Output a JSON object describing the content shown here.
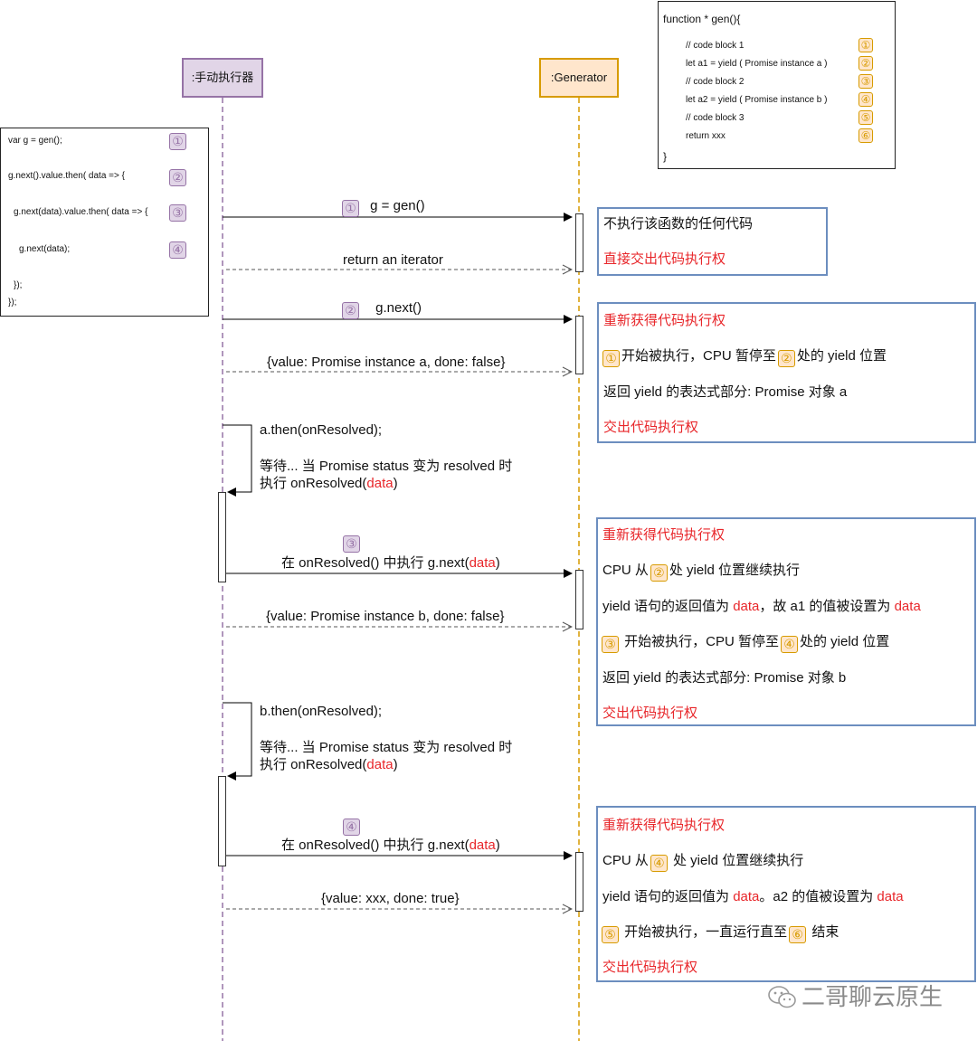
{
  "participants": {
    "manual": ":手动执行器",
    "generator": ":Generator"
  },
  "code_left": {
    "lines": [
      {
        "text": "var g = gen();",
        "badge": "①"
      },
      {
        "text": "g.next().value.then( data => {",
        "badge": "②"
      },
      {
        "text": "g.next(data).value.then( data => {",
        "badge": "③"
      },
      {
        "text": "g.next(data);",
        "badge": "④"
      },
      {
        "text": "});",
        "badge": ""
      },
      {
        "text": "});",
        "badge": ""
      }
    ]
  },
  "code_right": {
    "header": "function * gen(){",
    "lines": [
      {
        "text": "// code block 1",
        "badge": "①"
      },
      {
        "text": "let a1 = yield ( Promise instance a )",
        "badge": "②"
      },
      {
        "text": "// code block 2",
        "badge": "③"
      },
      {
        "text": "let a2 = yield ( Promise instance b )",
        "badge": "④"
      },
      {
        "text": "// code block 3",
        "badge": "⑤"
      },
      {
        "text": "return xxx",
        "badge": "⑥"
      }
    ],
    "footer": "}"
  },
  "messages": {
    "m1_badge": "①",
    "m1": "g = gen()",
    "r1": "return an iterator",
    "m2_badge": "②",
    "m2": "g.next()",
    "r2": "{value: Promise instance a, done: false}",
    "self1_a": "a.then(onResolved);",
    "self1_b": "等待... 当 Promise status 变为 resolved 时",
    "self1_c": "执行 onResolved(",
    "self1_c_red": "data",
    "self1_c_end": ")",
    "m3_badge": "③",
    "m3": "在 onResolved() 中执行 g.next(",
    "m3_red": "data",
    "m3_end": ")",
    "r3": "{value: Promise instance b, done: false}",
    "self2_a": "b.then(onResolved);",
    "self2_b": "等待... 当 Promise status 变为 resolved 时",
    "self2_c": "执行 onResolved(",
    "self2_c_red": "data",
    "self2_c_end": ")",
    "m4_badge": "④",
    "m4": "在 onResolved() 中执行 g.next(",
    "m4_red": "data",
    "m4_end": ")",
    "r4": "{value: xxx, done: true}"
  },
  "notes": {
    "n1": {
      "l1": "不执行该函数的任何代码",
      "l2": "直接交出代码执行权"
    },
    "n2": {
      "l1": "重新获得代码执行权",
      "l2_b1": "①",
      "l2_a": "开始被执行，CPU 暂停至",
      "l2_b2": "②",
      "l2_c": "处的 yield 位置",
      "l3": "返回 yield 的表达式部分: Promise 对象 a",
      "l4": "交出代码执行权"
    },
    "n3": {
      "l1": "重新获得代码执行权",
      "l2_a": "CPU 从",
      "l2_b": "②",
      "l2_c": "处 yield 位置继续执行",
      "l3_a": "yield 语句的返回值为 ",
      "l3_r1": "data",
      "l3_b": "，故 a1 的值被设置为 ",
      "l3_r2": "data",
      "l4_b1": "③",
      "l4_a": " 开始被执行，CPU 暂停至",
      "l4_b2": "④",
      "l4_c": "处的 yield 位置",
      "l5": "返回 yield 的表达式部分: Promise 对象 b",
      "l6": "交出代码执行权"
    },
    "n4": {
      "l1": "重新获得代码执行权",
      "l2_a": "CPU 从",
      "l2_b": "④",
      "l2_c": " 处 yield 位置继续执行",
      "l3_a": "yield 语句的返回值为 ",
      "l3_r1": "data",
      "l3_b": "。a2 的值被设置为 ",
      "l3_r2": "data",
      "l4_b1": "⑤",
      "l4_a": " 开始被执行，一直运行直至",
      "l4_b2": "⑥",
      "l4_c": " 结束",
      "l5": "交出代码执行权"
    }
  },
  "watermark": "二哥聊云原生",
  "colors": {
    "purple_line": "#9673a6",
    "purple_fill": "#e1d5e7",
    "orange_line": "#d79b00",
    "orange_fill": "#ffe6cc",
    "note_border": "#6c8ebf",
    "red_text": "#e8262a"
  }
}
